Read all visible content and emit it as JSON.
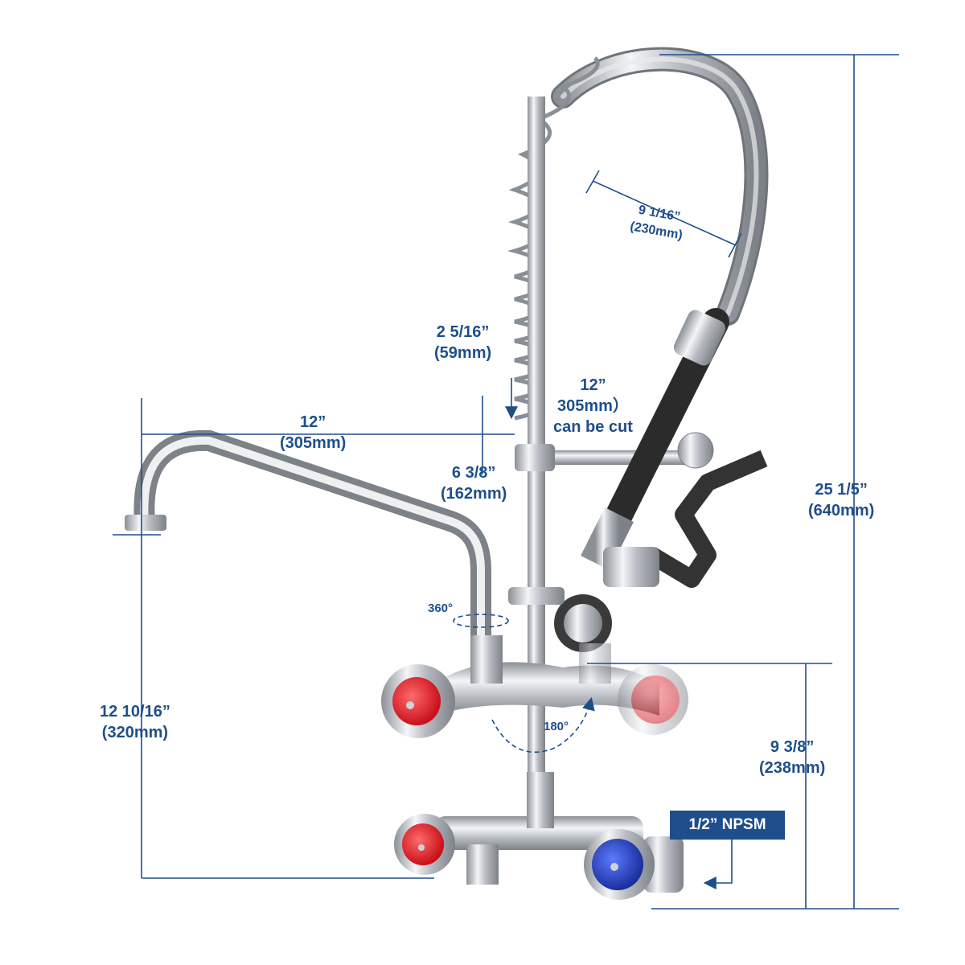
{
  "dimensions": {
    "total_height": {
      "imperial": "25 1/5”",
      "metric": "(640mm)"
    },
    "spout_reach": {
      "imperial": "12”",
      "metric": "(305mm)"
    },
    "riser": {
      "imperial": "12”",
      "metric": "305mm）",
      "note": "can be cut"
    },
    "hose_segment": {
      "imperial": "9 1/16”",
      "metric": "(230mm)"
    },
    "spring_offset": {
      "imperial": "2 5/16”",
      "metric": "(59mm)"
    },
    "spout_to_hook": {
      "imperial": "6 3/8”",
      "metric": "(162mm)"
    },
    "spout_height": {
      "imperial": "12 10/16”",
      "metric": "(320mm)"
    },
    "valve_spacing": {
      "imperial": "9 3/8”",
      "metric": "(238mm)"
    }
  },
  "angles": {
    "spout_swivel": "360°",
    "valve_swivel": "180°"
  },
  "connection": {
    "label": "1/2” NPSM"
  },
  "colors": {
    "dimension": "#1f4e8c",
    "hot_handle": "#e0202a",
    "cold_handle": "#1f3fb0",
    "chrome": "#c9ccd1"
  }
}
